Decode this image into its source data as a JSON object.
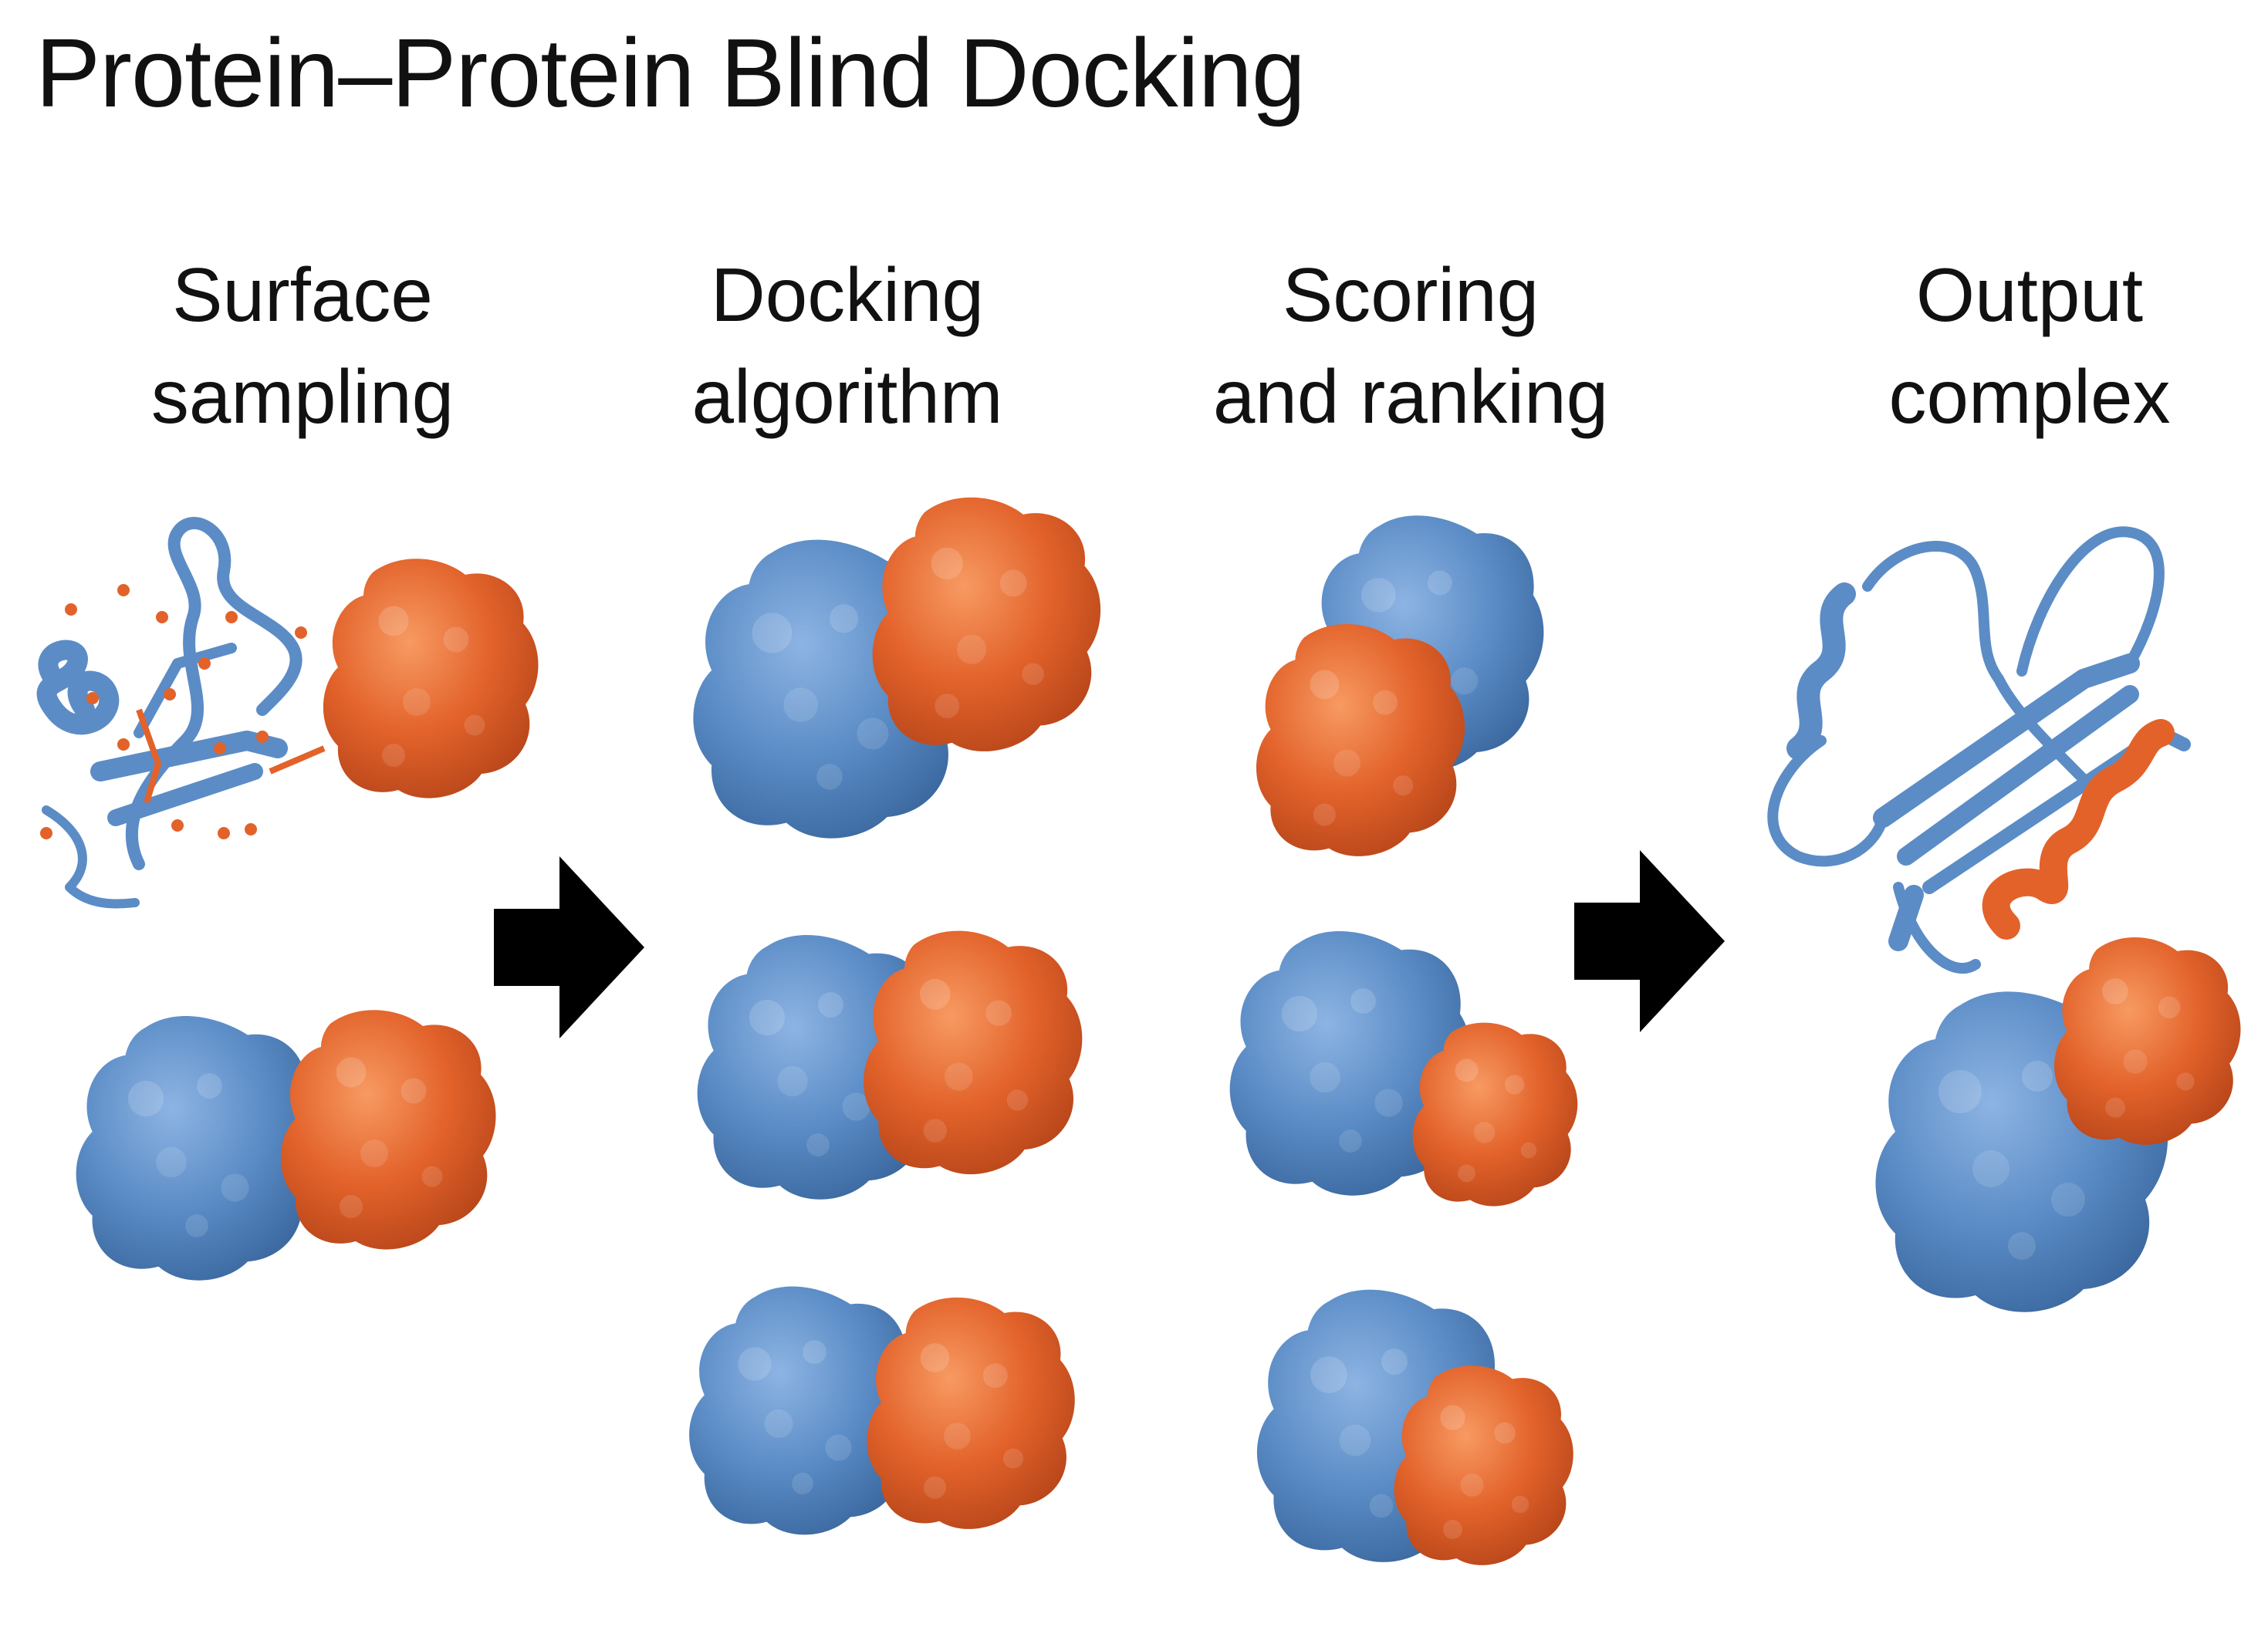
{
  "title": "Protein–Protein Blind Docking",
  "steps": [
    {
      "line1": "Surface",
      "line2": "sampling"
    },
    {
      "line1": "Docking",
      "line2": "algorithm"
    },
    {
      "line1": "Scoring",
      "line2": "and ranking"
    },
    {
      "line1": "Output",
      "line2": "complex"
    }
  ],
  "colors": {
    "protein_a": "#5b8cc6",
    "protein_b": "#e2622a",
    "arrow": "#000000"
  },
  "icons": [
    "right-arrow-icon",
    "right-arrow-icon"
  ]
}
